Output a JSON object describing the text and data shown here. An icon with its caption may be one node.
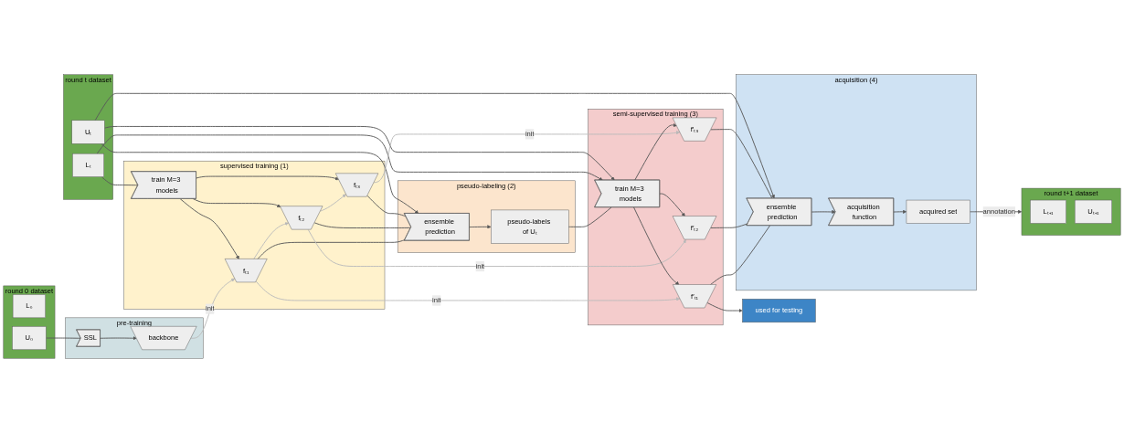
{
  "diagram": {
    "nodes": [
      {
        "text": [
          "round 0 dataset"
        ]
      },
      {
        "text": [
          "L₀"
        ],
        "in": 0
      },
      {
        "text": [
          "U₀"
        ],
        "in": 0
      },
      {
        "text": [
          "pre-training"
        ]
      },
      {
        "text": [
          "SSL"
        ],
        "in": 3
      },
      {
        "text": [
          "backbone"
        ],
        "in": 3
      },
      {
        "text": [
          "used for testing"
        ]
      },
      {
        "text": [
          "round t dataset"
        ]
      },
      {
        "text": [
          "Lₜ"
        ],
        "in": 7
      },
      {
        "text": [
          "Uₜ"
        ],
        "in": 7
      },
      {
        "text": [
          "supervised training (1)"
        ]
      },
      {
        "text": [
          "train M=3 models"
        ],
        "in": 10
      },
      {
        "text": [
          "fₜ₁"
        ],
        "in": 10
      },
      {
        "text": [
          "fₜ₂"
        ],
        "in": 10
      },
      {
        "text": [
          "fₜ₃"
        ],
        "in": 10
      },
      {
        "text": [
          "pseudo-labeling (2)"
        ]
      },
      {
        "text": [
          "ensemble prediction"
        ],
        "in": 15
      },
      {
        "text": [
          "pseudo-labels of Uₜ"
        ],
        "in": 15
      },
      {
        "text": [
          "semi-supervised training (3)"
        ]
      },
      {
        "text": [
          "train M=3 models"
        ],
        "in": 18
      },
      {
        "text": [
          "f′ₜ₁"
        ],
        "in": 18
      },
      {
        "text": [
          "f′ₜ₂"
        ],
        "in": 18
      },
      {
        "text": [
          "f′ₜ₃"
        ],
        "in": 18
      },
      {
        "text": [
          "acquisition (4)"
        ]
      },
      {
        "text": [
          "ensemble prediction"
        ],
        "in": 23
      },
      {
        "text": [
          "acquisition function"
        ],
        "in": 23
      },
      {
        "text": [
          "acquired set"
        ],
        "in": 23
      },
      {
        "text": [
          "round t+1 dataset"
        ]
      },
      {
        "text": [
          "Lₜ₊₁"
        ],
        "in": 27
      },
      {
        "text": [
          "Uₜ₊₁"
        ],
        "in": 27
      }
    ],
    "edges": [
      {
        "from": 2,
        "to": 4,
        "arrow": "none"
      },
      {
        "from": 4,
        "to": 5,
        "arrow": "to"
      },
      {
        "from": 5,
        "to": 12,
        "arrow": "to",
        "label": "init",
        "color": "#bbbbbb"
      },
      {
        "from": 12,
        "to": 13,
        "arrow": "to",
        "color": "#bbbbbb"
      },
      {
        "from": 13,
        "to": 14,
        "arrow": "to",
        "color": "#bbbbbb"
      },
      {
        "from": 8,
        "to": 11,
        "arrow": "none"
      },
      {
        "from": 11,
        "to": 12,
        "arrow": "to"
      },
      {
        "from": 11,
        "to": 13,
        "arrow": "to"
      },
      {
        "from": 11,
        "to": 14,
        "arrow": "to"
      },
      {
        "from": 12,
        "to": 16,
        "arrow": "none"
      },
      {
        "from": 13,
        "to": 16,
        "arrow": "none"
      },
      {
        "from": 14,
        "to": 16,
        "arrow": "none"
      },
      {
        "from": 9,
        "to": 16,
        "arrow": "to"
      },
      {
        "from": 16,
        "to": 17,
        "arrow": "to"
      },
      {
        "from": 17,
        "to": 19,
        "arrow": "none"
      },
      {
        "from": 8,
        "to": 19,
        "arrow": "to"
      },
      {
        "from": 9,
        "to": 19,
        "arrow": "to"
      },
      {
        "from": 12,
        "to": 20,
        "arrow": "to",
        "label": "init",
        "color": "#bbbbbb"
      },
      {
        "from": 13,
        "to": 21,
        "arrow": "to",
        "label": "init",
        "color": "#bbbbbb"
      },
      {
        "from": 14,
        "to": 22,
        "arrow": "to",
        "label": "init",
        "color": "#bbbbbb"
      },
      {
        "from": 19,
        "to": 20,
        "arrow": "to"
      },
      {
        "from": 19,
        "to": 21,
        "arrow": "to"
      },
      {
        "from": 19,
        "to": 22,
        "arrow": "to"
      },
      {
        "from": 20,
        "to": 6,
        "arrow": "to"
      },
      {
        "from": 20,
        "to": 24,
        "arrow": "none"
      },
      {
        "from": 21,
        "to": 24,
        "arrow": "none"
      },
      {
        "from": 22,
        "to": 24,
        "arrow": "none"
      },
      {
        "from": 9,
        "to": 24,
        "arrow": "to"
      },
      {
        "from": 24,
        "to": 25,
        "arrow": "to"
      },
      {
        "from": 25,
        "to": 26,
        "arrow": "to"
      },
      {
        "from": 26,
        "to": 27,
        "arrow": "to",
        "label": "annotation"
      }
    ]
  }
}
